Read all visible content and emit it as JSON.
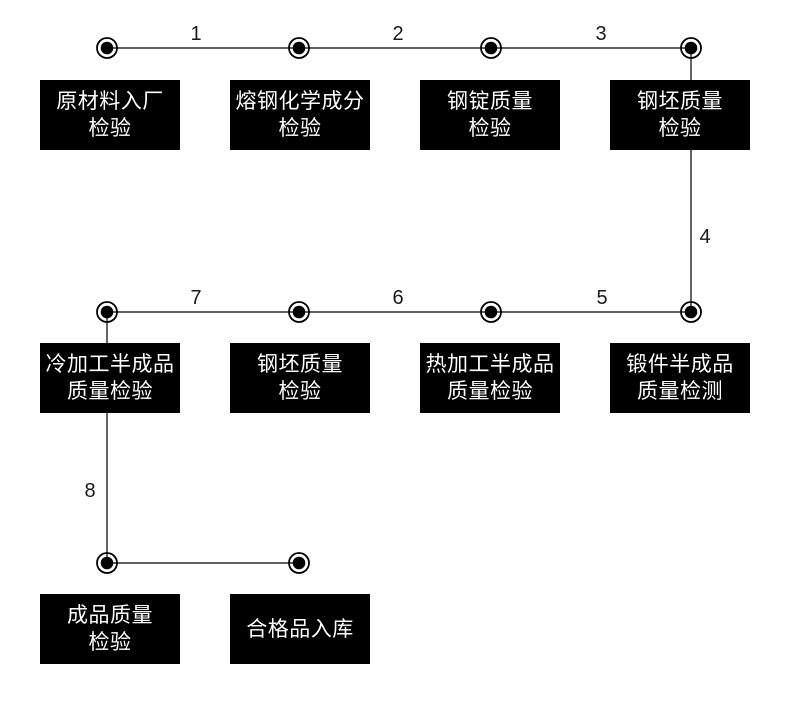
{
  "diagram": {
    "description": "Steel product quality inspection process flow",
    "colors": {
      "background": "#ffffff",
      "box_background": "#000000",
      "box_text": "#ffffff",
      "line": "#000000"
    },
    "nodes": [
      {
        "id": "raw-material-inspection",
        "lines": [
          "原材料入厂",
          "检验"
        ]
      },
      {
        "id": "molten-steel-chemical-inspection",
        "lines": [
          "熔钢化学成分",
          "检验"
        ]
      },
      {
        "id": "steel-ingot-quality-inspection",
        "lines": [
          "钢锭质量",
          "检验"
        ]
      },
      {
        "id": "steel-billet-quality-inspection",
        "lines": [
          "钢坯质量",
          "检验"
        ]
      },
      {
        "id": "cold-worked-semifinished-inspection",
        "lines": [
          "冷加工半成品",
          "质量检验"
        ]
      },
      {
        "id": "steel-billet-quality-inspection-2",
        "lines": [
          "钢坯质量",
          "检验"
        ]
      },
      {
        "id": "hot-worked-semifinished-inspection",
        "lines": [
          "热加工半成品",
          "质量检验"
        ]
      },
      {
        "id": "forging-semifinished-inspection",
        "lines": [
          "锻件半成品",
          "质量检测"
        ]
      },
      {
        "id": "finished-product-quality-inspection",
        "lines": [
          "成品质量",
          "检验"
        ]
      },
      {
        "id": "qualified-product-warehousing",
        "lines": [
          "合格品入库"
        ]
      }
    ],
    "edge_labels": [
      "1",
      "2",
      "3",
      "4",
      "5",
      "6",
      "7",
      "8"
    ]
  }
}
